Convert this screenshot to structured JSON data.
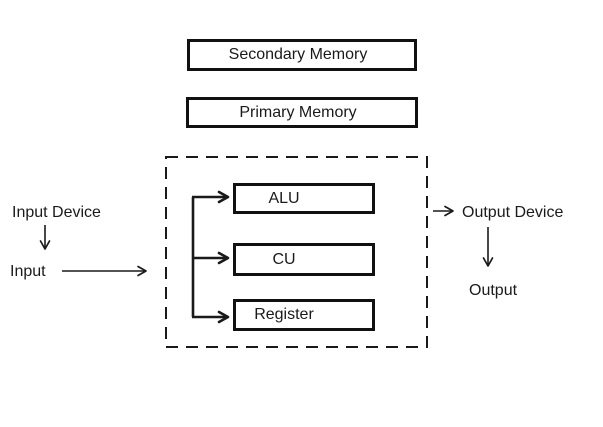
{
  "diagram": {
    "boxes": {
      "secondary_memory": "Secondary Memory",
      "primary_memory": "Primary Memory",
      "alu": "ALU",
      "cu": "CU",
      "register": "Register"
    },
    "labels": {
      "input_device": "Input Device",
      "input": "Input",
      "output_device": "Output Device",
      "output": "Output"
    },
    "colors": {
      "stroke": "#1a1a1a",
      "box_border": "#111111",
      "background": "#ffffff",
      "text": "#1a1a1a"
    }
  }
}
